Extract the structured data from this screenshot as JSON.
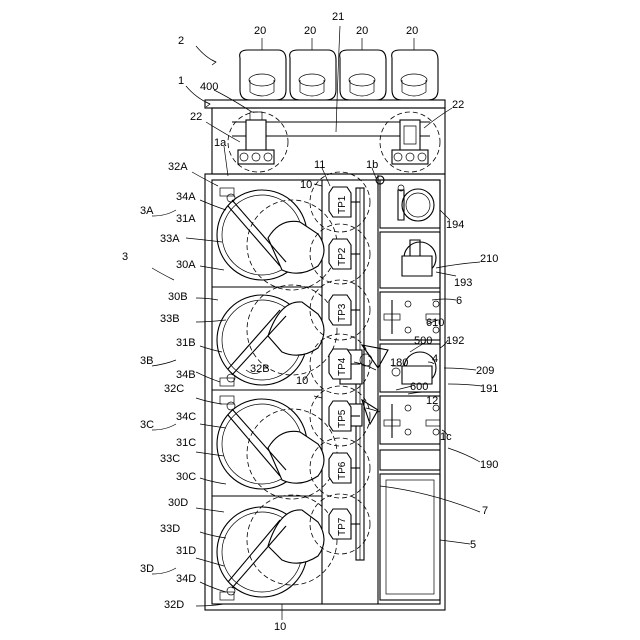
{
  "labels": {
    "l_2": "2",
    "l_20a": "20",
    "l_20b": "20",
    "l_21": "21",
    "l_20c": "20",
    "l_20d": "20",
    "l_1": "1",
    "l_400": "400",
    "l_22a": "22",
    "l_22b": "22",
    "l_1a": "1a",
    "l_32A": "32A",
    "l_11": "11",
    "l_1b": "1b",
    "l_10a": "10",
    "l_34A": "34A",
    "l_3A": "3A",
    "l_31A": "31A",
    "l_33A": "33A",
    "l_3": "3",
    "l_30A": "30A",
    "l_30B": "30B",
    "l_33B": "33B",
    "l_31B": "31B",
    "l_3B": "3B",
    "l_34B": "34B",
    "l_32B": "32B",
    "l_10b": "10",
    "l_32C": "32C",
    "l_34C": "34C",
    "l_3C": "3C",
    "l_31C": "31C",
    "l_33C": "33C",
    "l_30C": "30C",
    "l_30D": "30D",
    "l_33D": "33D",
    "l_31D": "31D",
    "l_3D": "3D",
    "l_34D": "34D",
    "l_32D": "32D",
    "l_10c": "10",
    "l_194": "194",
    "l_210": "210",
    "l_193": "193",
    "l_6": "6",
    "l_610": "610",
    "l_500": "500",
    "l_192": "192",
    "l_4": "4",
    "l_209": "209",
    "l_180": "180",
    "l_600": "600",
    "l_191": "191",
    "l_12": "12",
    "l_1c": "1c",
    "l_190": "190",
    "l_7": "7",
    "l_5": "5"
  },
  "transfer_positions": [
    "TP1",
    "TP2",
    "TP3",
    "TP4",
    "TP5",
    "TP6",
    "TP7"
  ]
}
